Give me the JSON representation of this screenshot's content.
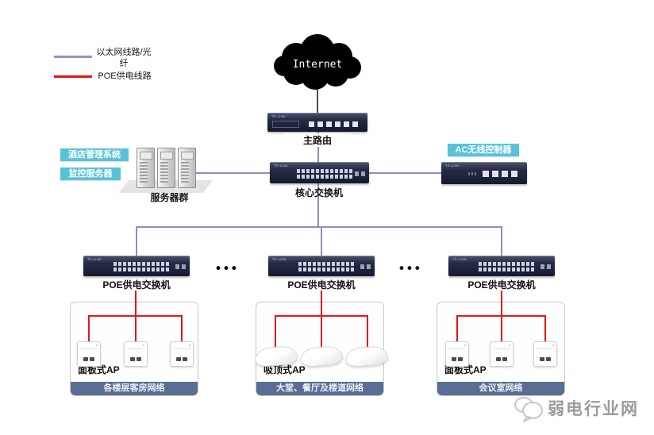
{
  "legend": {
    "items": [
      {
        "label": "以太网线路/光纤",
        "color": "#9297bb"
      },
      {
        "label": "POE供电线路",
        "color": "#e81414"
      }
    ]
  },
  "internet": {
    "label": "Internet"
  },
  "router": {
    "label": "主路由",
    "brand": "TP-LINK"
  },
  "core_switch": {
    "label": "核心交换机",
    "brand": "TP-LINK"
  },
  "server_group": {
    "label": "服务器群",
    "systems": [
      "酒店管理系统",
      "监控服务器"
    ]
  },
  "ac_controller": {
    "label": "AC无线控制器",
    "brand": "TP-LINK"
  },
  "poe_switch_label": "POE供电交换机",
  "ellipsis": "•••",
  "groups": [
    {
      "ap_label": "面板式AP",
      "banner": "各楼层客房网络",
      "ap_type": "panel"
    },
    {
      "ap_label": "吸顶式AP",
      "banner": "大堂、餐厅及楼道网络",
      "ap_type": "ceiling"
    },
    {
      "ap_label": "面板式AP",
      "banner": "会议室网络",
      "ap_type": "panel"
    }
  ],
  "watermark": {
    "label": "弱电行业网"
  },
  "colors": {
    "ethernet_line": "#8a8fc0",
    "poe_line": "#e81414",
    "badge_bg": "#58c3d8",
    "banner_bg": "#5a6d94",
    "device_body": "#272c44"
  }
}
